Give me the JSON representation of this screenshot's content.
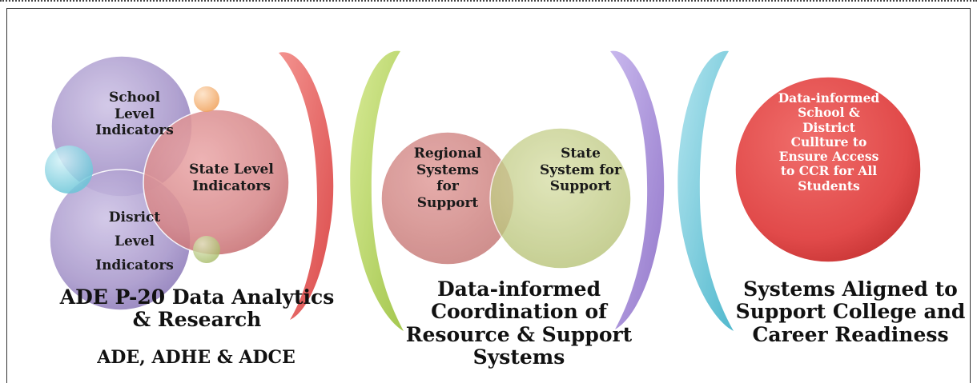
{
  "colors": {
    "purple": "#b0a3cf",
    "red": "#d9878a",
    "olive": "#c5cf8e",
    "bright_red": "#e34c4c",
    "arc_red": "#e34949",
    "arc_green": "#b7d65a",
    "arc_purple": "#a58bd8",
    "arc_teal": "#5fc6d9"
  },
  "group1": {
    "school": "School Level Indicators",
    "state": "State Level Indicators",
    "district": "Disrict Level Indicators",
    "caption": "ADE P-20 Data Analytics & Research",
    "subcaption": "ADE, ADHE & ADCE"
  },
  "group2": {
    "regional": "Regional Systems for Support",
    "state_system": "State System for Support",
    "caption": "Data-informed Coordination of Resource & Support Systems"
  },
  "group3": {
    "culture": "Data-informed School & District Cullture to Ensure Access to CCR for All Students",
    "caption": "Systems Aligned to Support College and Career Readiness"
  }
}
